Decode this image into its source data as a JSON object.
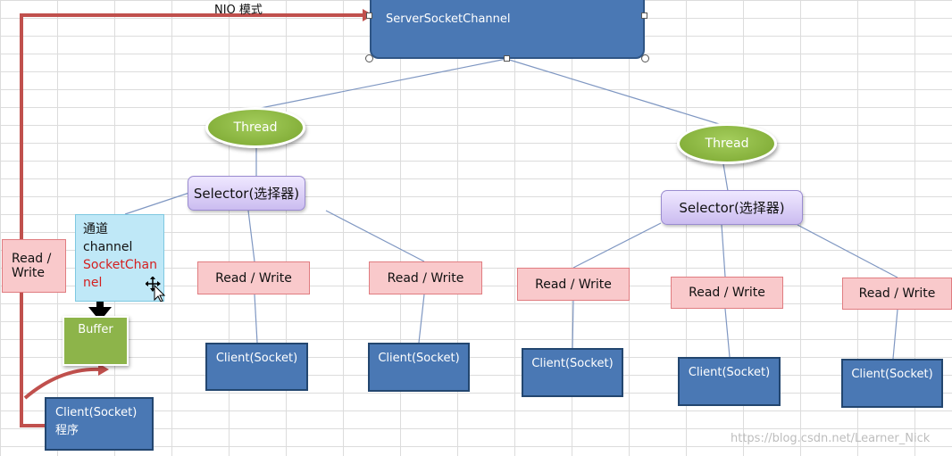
{
  "title": "NIO 模式",
  "server": {
    "label": "ServerSocketChannel"
  },
  "threads": [
    "Thread",
    "Thread"
  ],
  "selectors": [
    "Selector(选择器)",
    "Selector(选择器)"
  ],
  "channel": {
    "line1": "通道",
    "line2": "channel",
    "line3": "SocketChannel"
  },
  "buffer": {
    "label": "Buffer"
  },
  "client_program": {
    "line1": "Client(Socket)",
    "line2": "程序"
  },
  "left_read_write": {
    "line1": "Read /",
    "line2": "Write"
  },
  "read_write": [
    "Read / Write",
    "Read / Write",
    "Read / Write",
    "Read / Write",
    "Read / Write"
  ],
  "clients": [
    "Client(Socket)",
    "Client(Socket)",
    "Client(Socket)",
    "Client(Socket)",
    "Client(Socket)"
  ],
  "watermark": "https://blog.csdn.net/Learner_Nick",
  "colors": {
    "server_fill": "#4a78b4",
    "thread_fill": "#8db44a",
    "selector_fill": "#d8ccf5",
    "read_write_fill": "#f9c9cb",
    "channel_fill": "#bfe8f7",
    "arrow_red": "#c0504d"
  }
}
